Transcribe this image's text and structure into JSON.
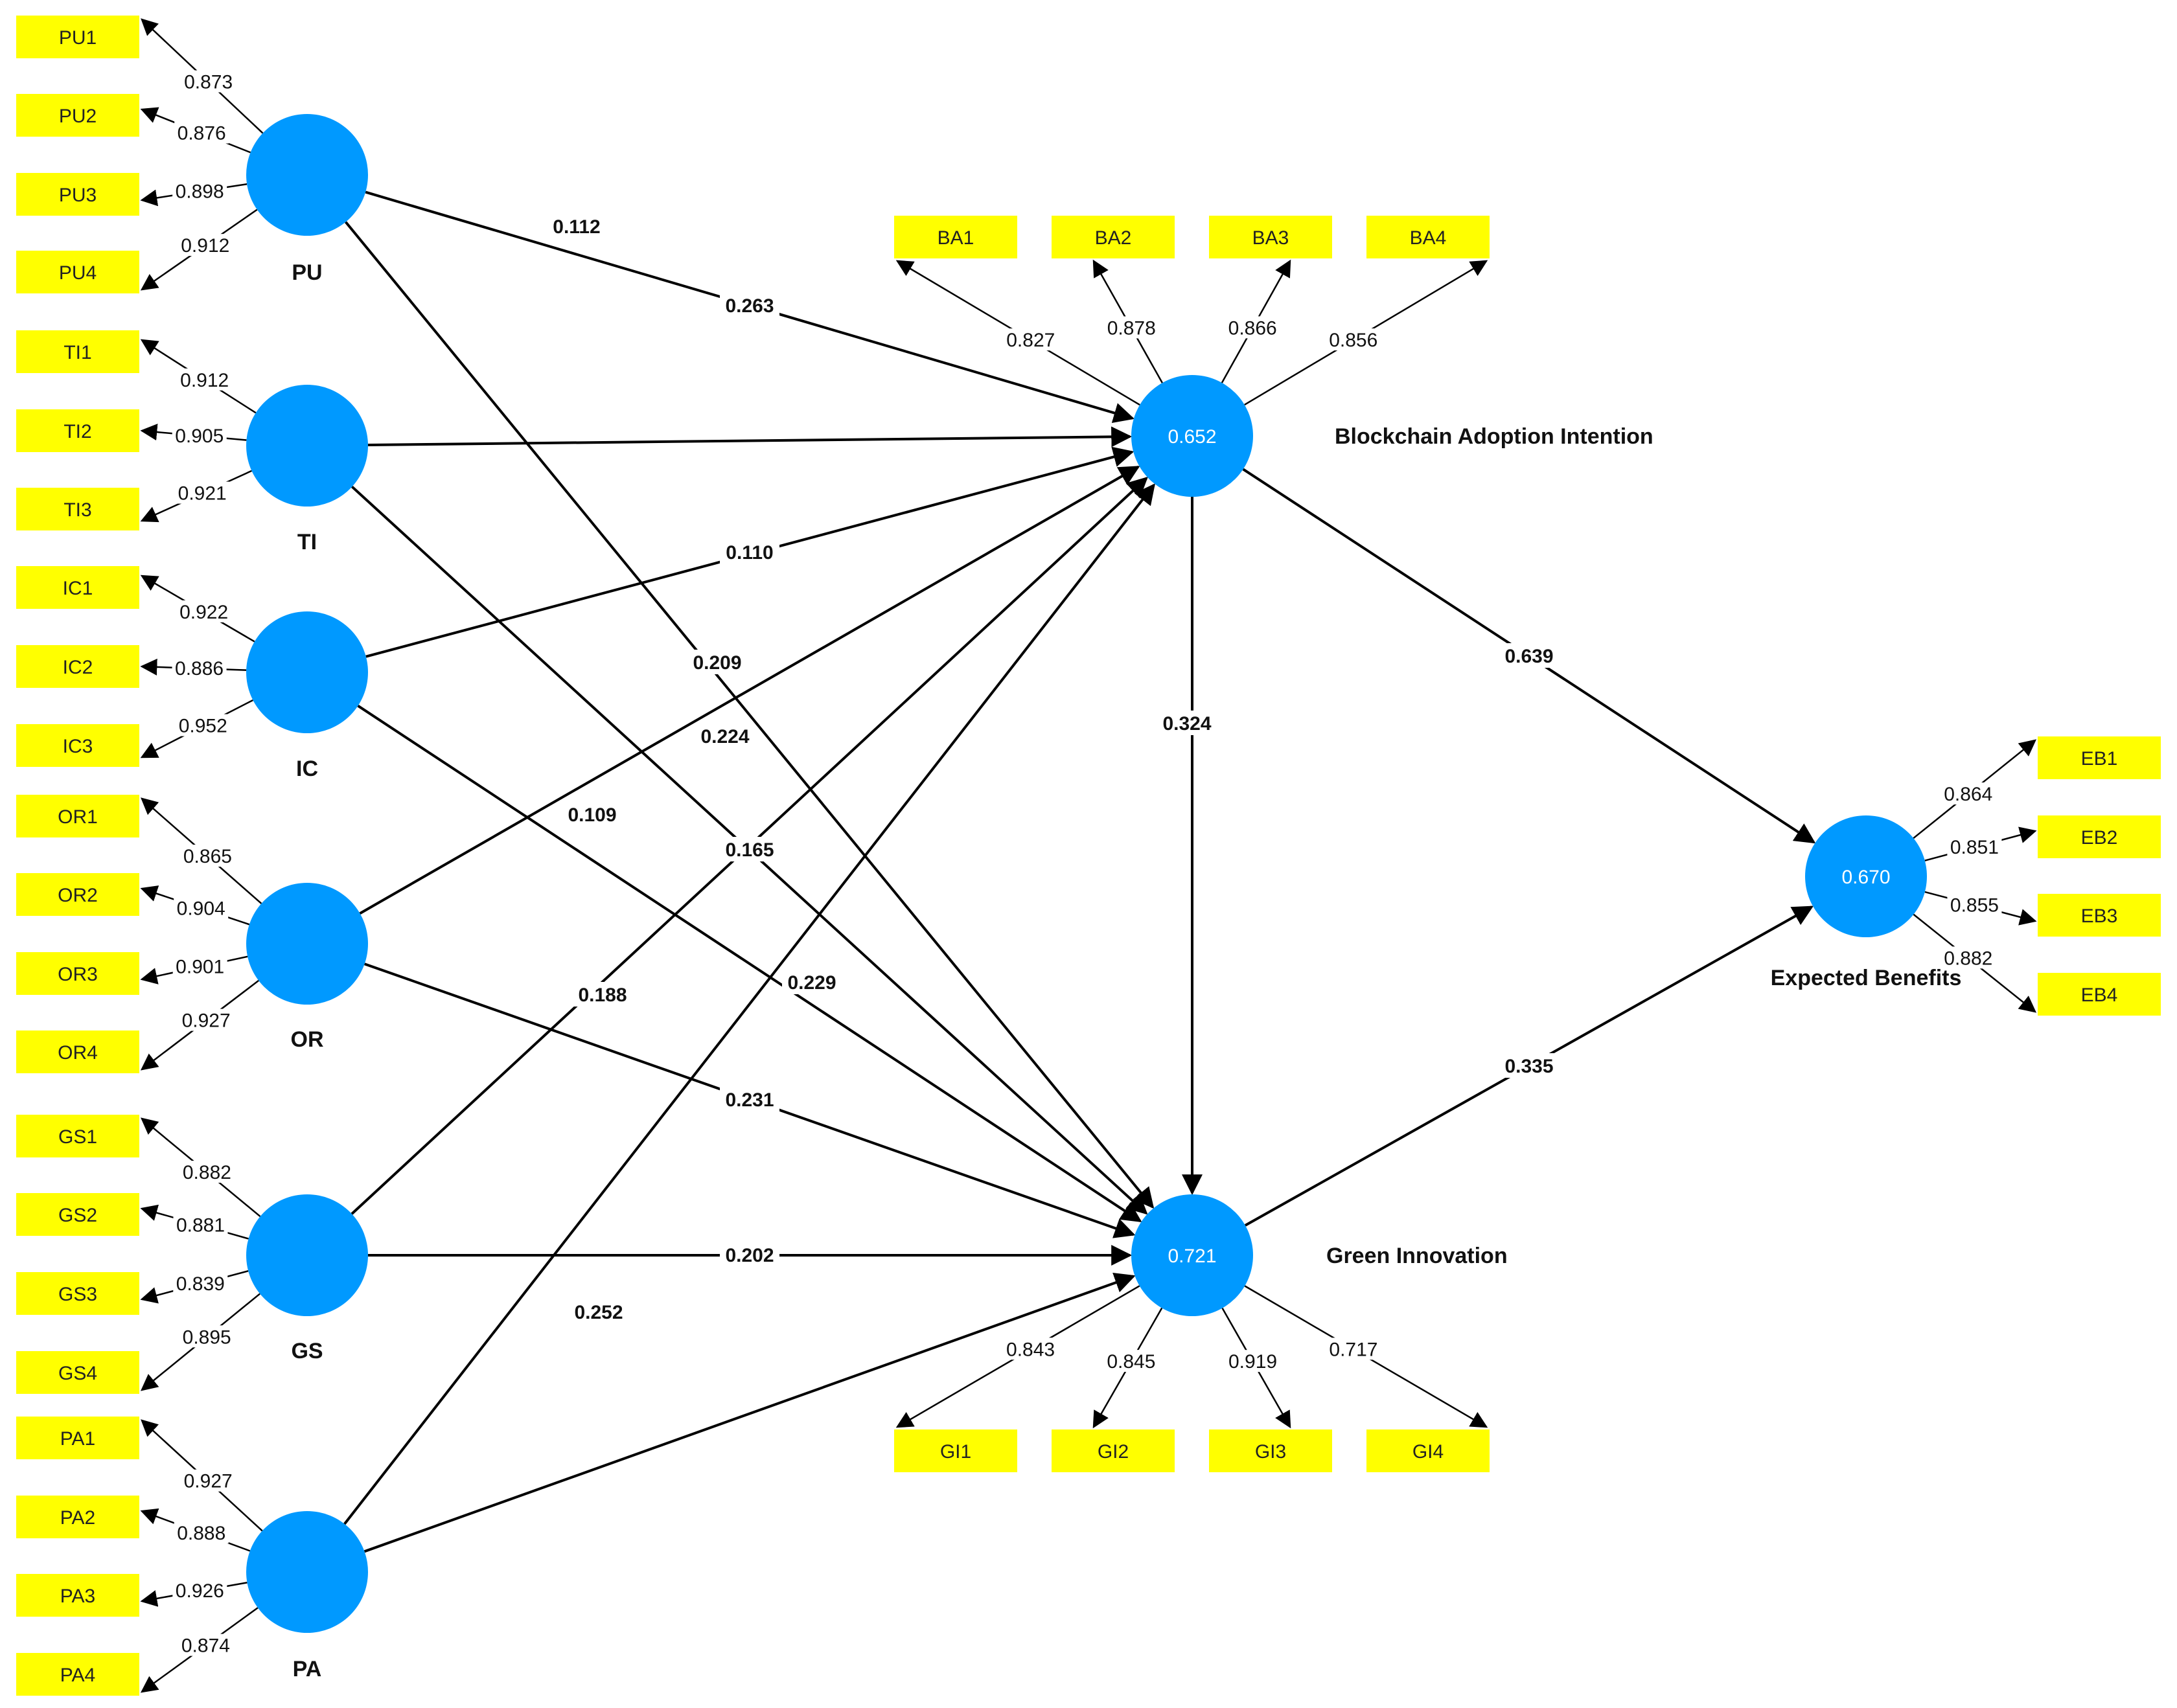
{
  "constructs": [
    {
      "id": "PU",
      "caption": "PU",
      "value": "",
      "indicators": [
        {
          "name": "PU1",
          "loading": "0.873"
        },
        {
          "name": "PU2",
          "loading": "0.876"
        },
        {
          "name": "PU3",
          "loading": "0.898"
        },
        {
          "name": "PU4",
          "loading": "0.912"
        }
      ]
    },
    {
      "id": "TI",
      "caption": "TI",
      "value": "",
      "indicators": [
        {
          "name": "TI1",
          "loading": "0.912"
        },
        {
          "name": "TI2",
          "loading": "0.905"
        },
        {
          "name": "TI3",
          "loading": "0.921"
        }
      ]
    },
    {
      "id": "IC",
      "caption": "IC",
      "value": "",
      "indicators": [
        {
          "name": "IC1",
          "loading": "0.922"
        },
        {
          "name": "IC2",
          "loading": "0.886"
        },
        {
          "name": "IC3",
          "loading": "0.952"
        }
      ]
    },
    {
      "id": "OR",
      "caption": "OR",
      "value": "",
      "indicators": [
        {
          "name": "OR1",
          "loading": "0.865"
        },
        {
          "name": "OR2",
          "loading": "0.904"
        },
        {
          "name": "OR3",
          "loading": "0.901"
        },
        {
          "name": "OR4",
          "loading": "0.927"
        }
      ]
    },
    {
      "id": "GS",
      "caption": "GS",
      "value": "",
      "indicators": [
        {
          "name": "GS1",
          "loading": "0.882"
        },
        {
          "name": "GS2",
          "loading": "0.881"
        },
        {
          "name": "GS3",
          "loading": "0.839"
        },
        {
          "name": "GS4",
          "loading": "0.895"
        }
      ]
    },
    {
      "id": "PA",
      "caption": "PA",
      "value": "",
      "indicators": [
        {
          "name": "PA1",
          "loading": "0.927"
        },
        {
          "name": "PA2",
          "loading": "0.888"
        },
        {
          "name": "PA3",
          "loading": "0.926"
        },
        {
          "name": "PA4",
          "loading": "0.874"
        }
      ]
    },
    {
      "id": "BA",
      "caption": "Blockchain Adoption Intention",
      "value": "0.652",
      "indicators": [
        {
          "name": "BA1",
          "loading": "0.827"
        },
        {
          "name": "BA2",
          "loading": "0.878"
        },
        {
          "name": "BA3",
          "loading": "0.866"
        },
        {
          "name": "BA4",
          "loading": "0.856"
        }
      ]
    },
    {
      "id": "GI",
      "caption": "Green Innovation",
      "value": "0.721",
      "indicators": [
        {
          "name": "GI1",
          "loading": "0.843"
        },
        {
          "name": "GI2",
          "loading": "0.845"
        },
        {
          "name": "GI3",
          "loading": "0.919"
        },
        {
          "name": "GI4",
          "loading": "0.717"
        }
      ]
    },
    {
      "id": "EB",
      "caption": "Expected Benefits",
      "value": "0.670",
      "indicators": [
        {
          "name": "EB1",
          "loading": "0.864"
        },
        {
          "name": "EB2",
          "loading": "0.851"
        },
        {
          "name": "EB3",
          "loading": "0.855"
        },
        {
          "name": "EB4",
          "loading": "0.882"
        }
      ]
    }
  ],
  "paths": [
    {
      "from": "PU",
      "to": "BA",
      "coef": "0.263"
    },
    {
      "from": "PU",
      "to": "GI",
      "coef": "0.209"
    },
    {
      "from": "TI",
      "to": "BA",
      "coef": "0.112"
    },
    {
      "from": "TI",
      "to": "GI",
      "coef": "0.165"
    },
    {
      "from": "IC",
      "to": "BA",
      "coef": "0.110"
    },
    {
      "from": "IC",
      "to": "GI",
      "coef": "0.229"
    },
    {
      "from": "OR",
      "to": "BA",
      "coef": "0.224"
    },
    {
      "from": "OR",
      "to": "GI",
      "coef": "0.231"
    },
    {
      "from": "GS",
      "to": "BA",
      "coef": "0.109"
    },
    {
      "from": "GS",
      "to": "GI",
      "coef": "0.202"
    },
    {
      "from": "PA",
      "to": "BA",
      "coef": "0.188"
    },
    {
      "from": "PA",
      "to": "GI",
      "coef": "0.252"
    },
    {
      "from": "BA",
      "to": "GI",
      "coef": "0.324"
    },
    {
      "from": "BA",
      "to": "EB",
      "coef": "0.639"
    },
    {
      "from": "GI",
      "to": "EB",
      "coef": "0.335"
    }
  ]
}
